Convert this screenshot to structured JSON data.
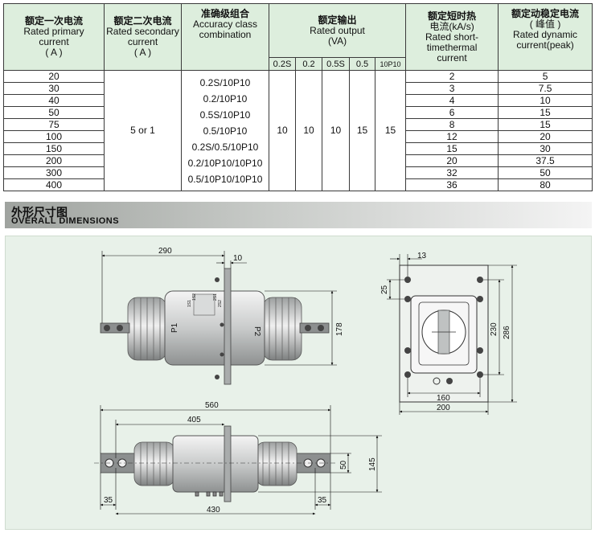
{
  "table": {
    "headers": {
      "primary": {
        "cn": "额定一次电流",
        "en": [
          "Rated primary",
          "current",
          "( A )"
        ]
      },
      "secondary": {
        "cn": "额定二次电流",
        "en": [
          "Rated secondary",
          "current",
          "( A )"
        ]
      },
      "accuracy": {
        "cn": "准确级组合",
        "en": [
          "Accuracy class",
          "combination"
        ]
      },
      "output": {
        "cn": "额定输出",
        "en": [
          "Rated output",
          "(VA)"
        ]
      },
      "thermal": {
        "cn": "额定短时热",
        "en": [
          "电流(kA/s)",
          "Rated short-",
          "timethermal",
          "current"
        ]
      },
      "dynamic": {
        "cn": "额定动稳定电流",
        "en": [
          "( 峰值 )",
          "Rated dynamic",
          "current(peak)"
        ]
      }
    },
    "output_classes": [
      "0.2S",
      "0.2",
      "0.5S",
      "0.5",
      "10P10"
    ],
    "output_values": [
      "10",
      "10",
      "10",
      "15",
      "15"
    ],
    "secondary_value": "5 or 1",
    "accuracy_combinations": [
      "0.2S/10P10",
      "0.2/10P10",
      "0.5S/10P10",
      "0.5/10P10",
      "0.2S/0.5/10P10",
      "0.2/10P10/10P10",
      "0.5/10P10/10P10"
    ],
    "rows": [
      {
        "primary": "20",
        "thermal": "2",
        "dynamic": "5"
      },
      {
        "primary": "30",
        "thermal": "3",
        "dynamic": "7.5"
      },
      {
        "primary": "40",
        "thermal": "4",
        "dynamic": "10"
      },
      {
        "primary": "50",
        "thermal": "6",
        "dynamic": "15"
      },
      {
        "primary": "75",
        "thermal": "8",
        "dynamic": "15"
      },
      {
        "primary": "100",
        "thermal": "12",
        "dynamic": "20"
      },
      {
        "primary": "150",
        "thermal": "15",
        "dynamic": "30"
      },
      {
        "primary": "200",
        "thermal": "20",
        "dynamic": "37.5"
      },
      {
        "primary": "300",
        "thermal": "32",
        "dynamic": "50"
      },
      {
        "primary": "400",
        "thermal": "36",
        "dynamic": "80"
      }
    ]
  },
  "section": {
    "title_cn": "外形尺寸图",
    "title_en": "OVERALL DIMENSIONS"
  },
  "drawing": {
    "front": {
      "d_290": "290",
      "d_10": "10",
      "d_178": "178",
      "p1": "P1",
      "p2": "P2",
      "terminal_labels": [
        "1S1",
        "1S2",
        "2S1",
        "2S2"
      ]
    },
    "side": {
      "d_13": "13",
      "d_25": "25",
      "d_230": "230",
      "d_286": "286",
      "d_160": "160",
      "d_200": "200"
    },
    "top": {
      "d_560": "560",
      "d_405": "405",
      "d_50": "50",
      "d_145": "145",
      "d_35a": "35",
      "d_35b": "35",
      "d_430": "430"
    }
  }
}
